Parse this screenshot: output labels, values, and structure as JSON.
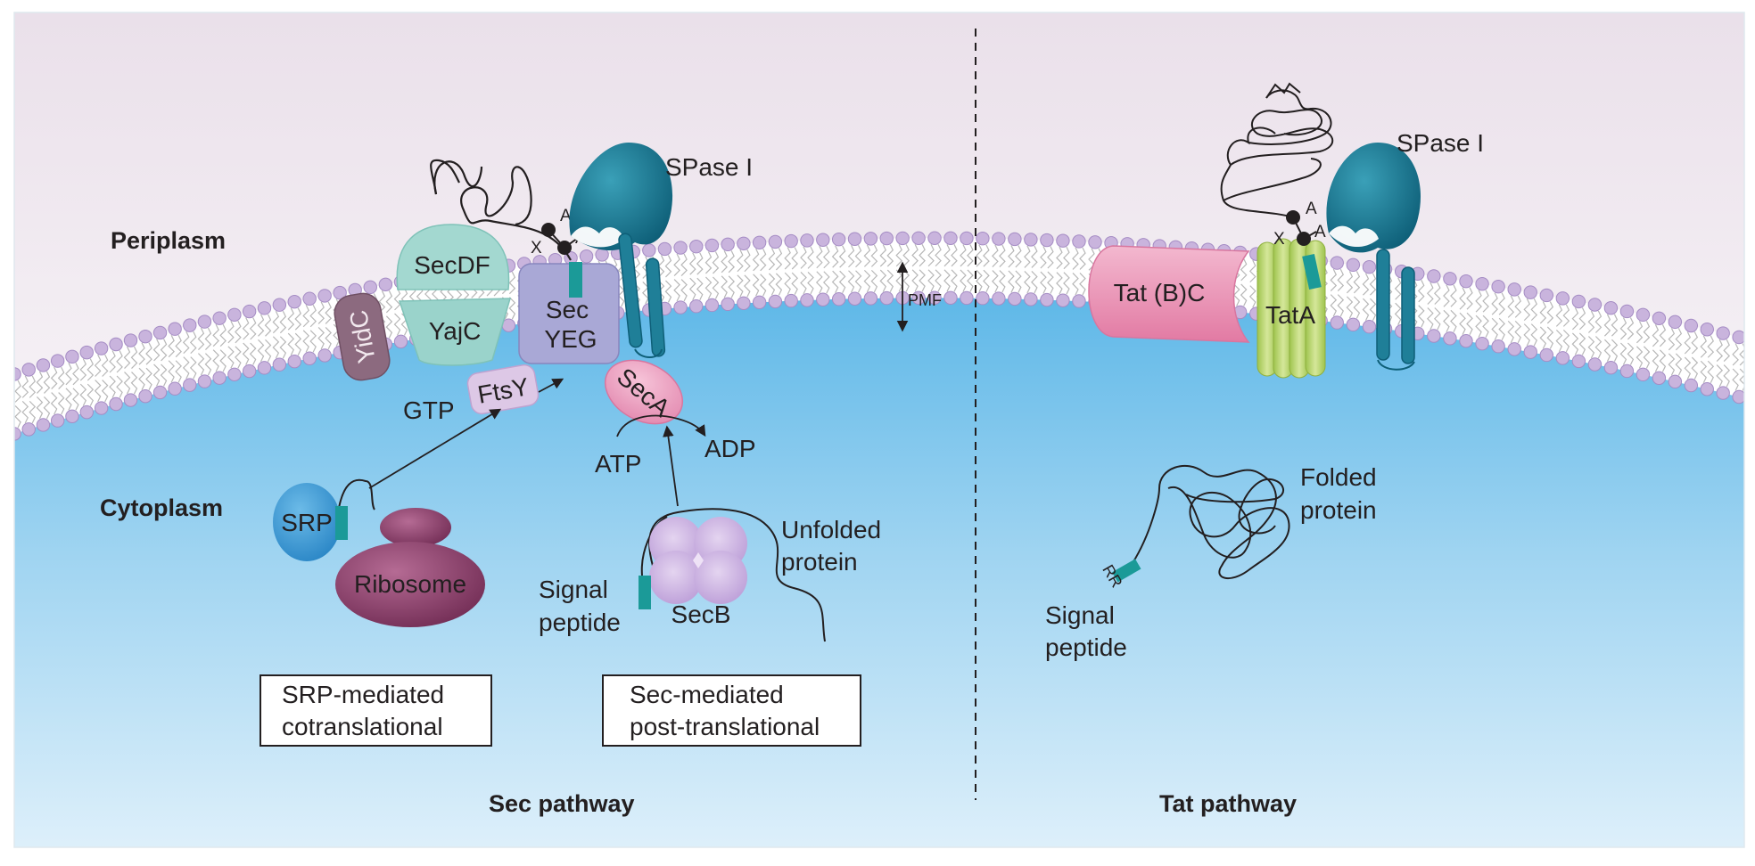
{
  "colors": {
    "periplasm": "#f3eef3",
    "cytoplasm": "#79c4ea",
    "lipid_head": "#c9b4dd",
    "signal_peptide": "#1b9a98",
    "spase": "#1f7f98",
    "secdf": "#9ad3cb",
    "secyeg": "#a9a8d6",
    "yidc": "#8c6a7f",
    "ftsy": "#ddc8e6",
    "seca": "#ec9fbf",
    "srp": "#3a9ed8",
    "ribosome": "#8b3a67",
    "secb": "#c9aee0",
    "tatbc": "#e889ad",
    "tata": "#b8d46a"
  },
  "labels": {
    "periplasm": "Periplasm",
    "cytoplasm": "Cytoplasm",
    "spase_sec": "SPase I",
    "spase_tat": "SPase I",
    "secdf": "SecDF",
    "yajc": "YajC",
    "yidc": "YidC",
    "secyeg_1": "Sec",
    "secyeg_2": "YEG",
    "ftsy": "FtsY",
    "gtp": "GTP",
    "seca": "SecA",
    "atp": "ATP",
    "adp": "ADP",
    "pmf": "PMF",
    "srp": "SRP",
    "ribosome": "Ribosome",
    "secb": "SecB",
    "signal_peptide_sec_1": "Signal",
    "signal_peptide_sec_2": "peptide",
    "unfolded_1": "Unfolded",
    "unfolded_2": "protein",
    "box_srp_1": "SRP-mediated",
    "box_srp_2": "cotranslational",
    "box_sec_1": "Sec-mediated",
    "box_sec_2": "post-translational",
    "sec_pathway": "Sec pathway",
    "tat_pathway": "Tat pathway",
    "tatbc": "Tat (B)C",
    "tata": "TatA",
    "folded_1": "Folded",
    "folded_2": "protein",
    "signal_peptide_tat_1": "Signal",
    "signal_peptide_tat_2": "peptide",
    "rr": "RR",
    "motif_x_sec": "X",
    "motif_a1_sec": "A",
    "motif_a2_sec": "A",
    "motif_x_tat": "X",
    "motif_a1_tat": "A",
    "motif_a2_tat": "A"
  }
}
